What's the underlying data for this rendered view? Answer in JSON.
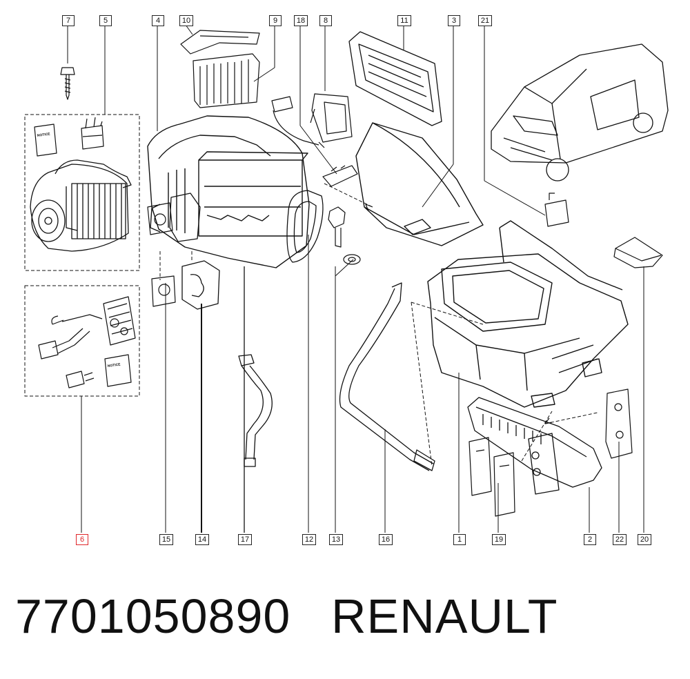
{
  "callouts": {
    "c7": "7",
    "c5": "5",
    "c4": "4",
    "c10": "10",
    "c9": "9",
    "c18": "18",
    "c8": "8",
    "c11": "11",
    "c3": "3",
    "c21": "21",
    "c6": "6",
    "c15": "15",
    "c14": "14",
    "c17": "17",
    "c12": "12",
    "c13": "13",
    "c16": "16",
    "c1": "1",
    "c19": "19",
    "c2": "2",
    "c22": "22",
    "c20": "20"
  },
  "highlight_color": "#e0262a",
  "manual_label": "NOTICE",
  "part_number": "7701050890",
  "brand": "RENAULT"
}
